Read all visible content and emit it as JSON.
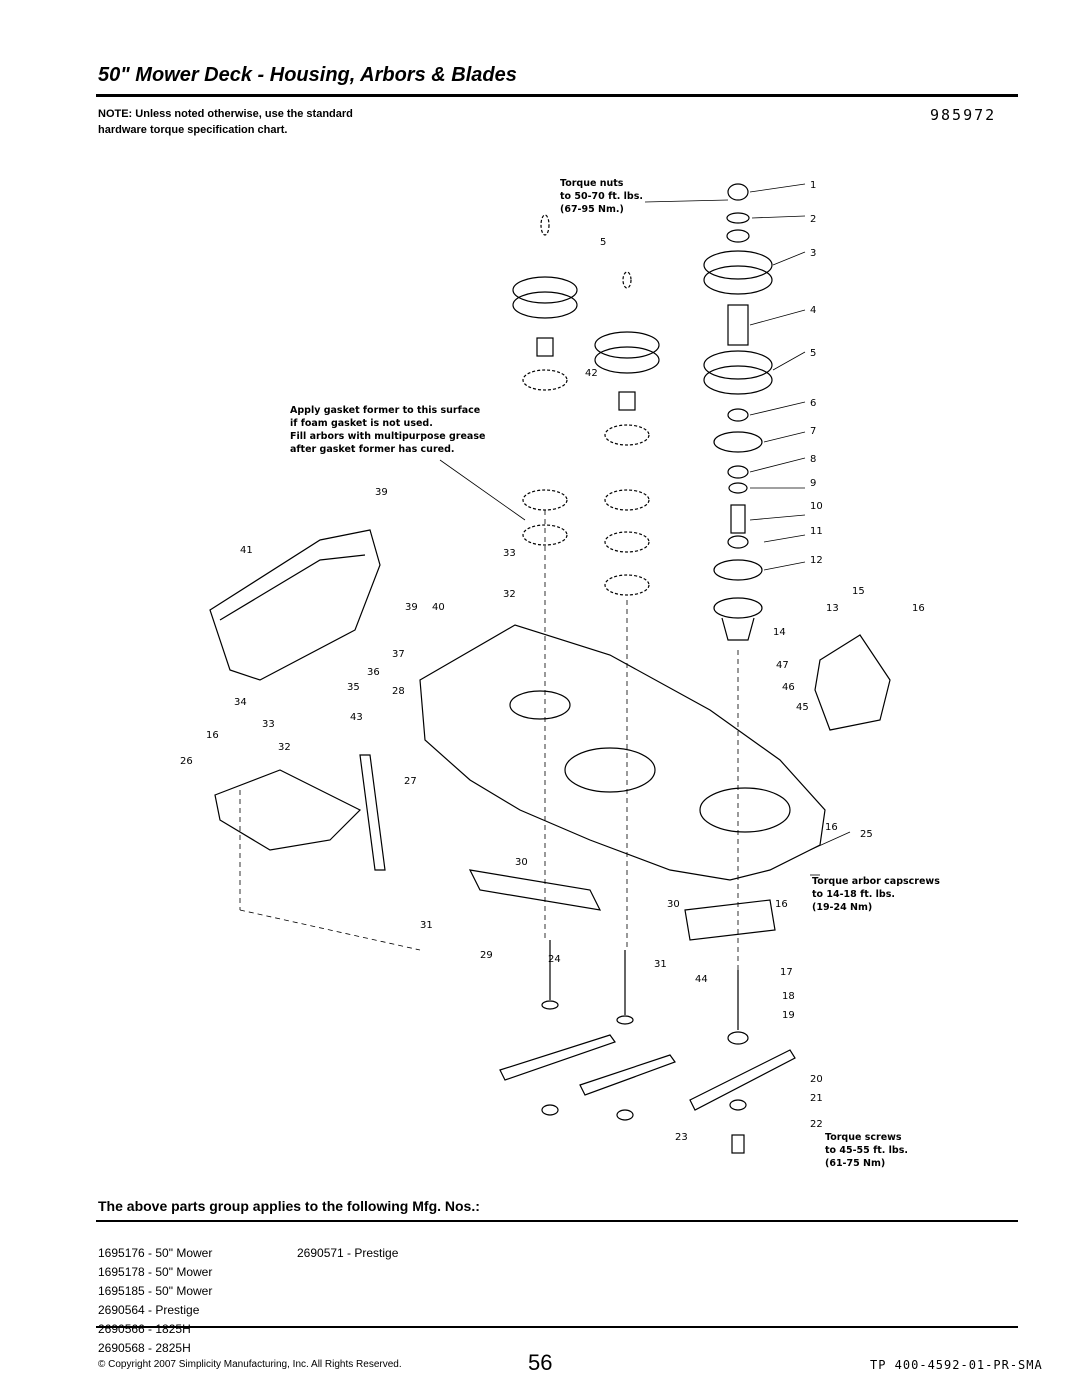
{
  "header": {
    "title": "50\" Mower Deck - Housing, Arbors & Blades",
    "part_number": "985972",
    "note": "NOTE: Unless noted otherwise, use the standard hardware torque specification chart."
  },
  "diagram": {
    "notes": {
      "torque_nuts": [
        "Torque nuts",
        "to 50-70 ft. lbs.",
        "(67-95 Nm.)"
      ],
      "gasket": [
        "Apply gasket former to this surface",
        "if foam gasket is not used.",
        "Fill arbors with multipurpose grease",
        "after gasket former has cured."
      ],
      "torque_arbor": [
        "Torque arbor capscrews",
        "to 14-18 ft. lbs.",
        "(19-24 Nm)"
      ],
      "torque_screws": [
        "Torque screws",
        "to 45-55 ft. lbs.",
        "(61-75 Nm)"
      ]
    },
    "callouts": [
      "1",
      "2",
      "3",
      "4",
      "5",
      "6",
      "7",
      "8",
      "9",
      "10",
      "11",
      "12",
      "13",
      "14",
      "15",
      "16",
      "5",
      "42",
      "39",
      "33",
      "41",
      "39",
      "40",
      "32",
      "37",
      "36",
      "35",
      "34",
      "28",
      "33",
      "43",
      "16",
      "32",
      "26",
      "27",
      "47",
      "46",
      "45",
      "16",
      "25",
      "30",
      "31",
      "30",
      "16",
      "29",
      "24",
      "31",
      "44",
      "17",
      "18",
      "19",
      "20",
      "21",
      "22",
      "23"
    ]
  },
  "applies": {
    "heading": "The above parts group applies to the following Mfg. Nos.:",
    "col1": [
      "1695176 - 50\" Mower",
      "1695178 - 50\" Mower",
      "1695185 - 50\" Mower",
      "2690564 - Prestige",
      "2690566 - 1825H",
      "2690568 - 2825H"
    ],
    "col2": [
      "2690571 - Prestige"
    ]
  },
  "footer": {
    "copyright": "© Copyright 2007 Simplicity Manufacturing, Inc. All Rights Reserved.",
    "page": "56",
    "doc_ref": "TP 400-4592-01-PR-SMA"
  }
}
